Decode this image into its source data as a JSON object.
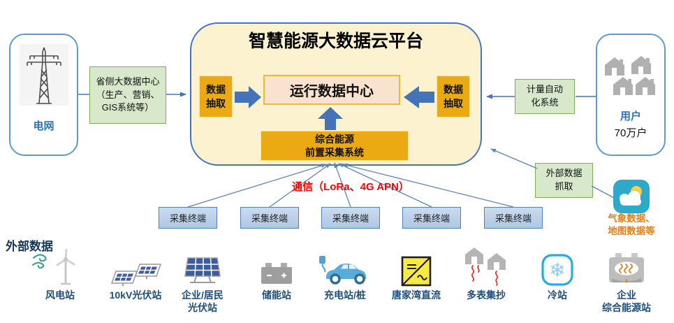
{
  "platform": {
    "title": "智慧能源大数据云平台",
    "extract_left": "数据\n抽取",
    "extract_right": "数据\n抽取",
    "center": "运行数据中心",
    "frontend": "综合能源\n前置采集系统"
  },
  "left": {
    "grid_label": "电网",
    "province_center": "省侧大数据中心\n（生产、营销、\nGIS系统等）"
  },
  "right": {
    "metering": "计量自动\n化系统",
    "user_label": "用户",
    "user_count": "70万户",
    "external_grab": "外部数据\n抓取",
    "weather_label": "气象数据、\n地图数据等"
  },
  "comm": {
    "label": "通信（LoRa、4G APN）"
  },
  "terminals": [
    "采集终端",
    "采集终端",
    "采集终端",
    "采集终端",
    "采集终端"
  ],
  "bottom": {
    "heading": "外部数据",
    "sources": [
      {
        "label": "风电站",
        "icon": "wind-turbine-icon"
      },
      {
        "label": "10kV光伏站",
        "icon": "solar-panels-icon"
      },
      {
        "label": "企业/居民\n光伏站",
        "icon": "solar-panel-icon"
      },
      {
        "label": "储能站",
        "icon": "battery-icon"
      },
      {
        "label": "充电站/桩",
        "icon": "ev-charging-icon"
      },
      {
        "label": "唐家湾直流",
        "icon": "dc-converter-icon"
      },
      {
        "label": "多表集抄",
        "icon": "multi-meter-icon"
      },
      {
        "label": "冷站",
        "icon": "snowflake-icon"
      },
      {
        "label": "企业\n综合能源站",
        "icon": "boiler-icon"
      }
    ]
  },
  "colors": {
    "platform_fill": "#FCF2CF",
    "platform_border": "#4472C4",
    "gold_box": "#EBAA14",
    "center_fill": "#FAE3CE",
    "center_border": "#ECB93F",
    "green_fill": "#D7E8CB",
    "green_border": "#7BAE5A",
    "terminal_fill": "#BFD2EA",
    "arrow_blue": "#4473B9",
    "comm_red": "#FF0000",
    "label_navy": "#1F4E79",
    "entity_blue": "#2E74B5",
    "weather_orange": "#E87E18",
    "weather_teal": "#2FA9C9"
  }
}
